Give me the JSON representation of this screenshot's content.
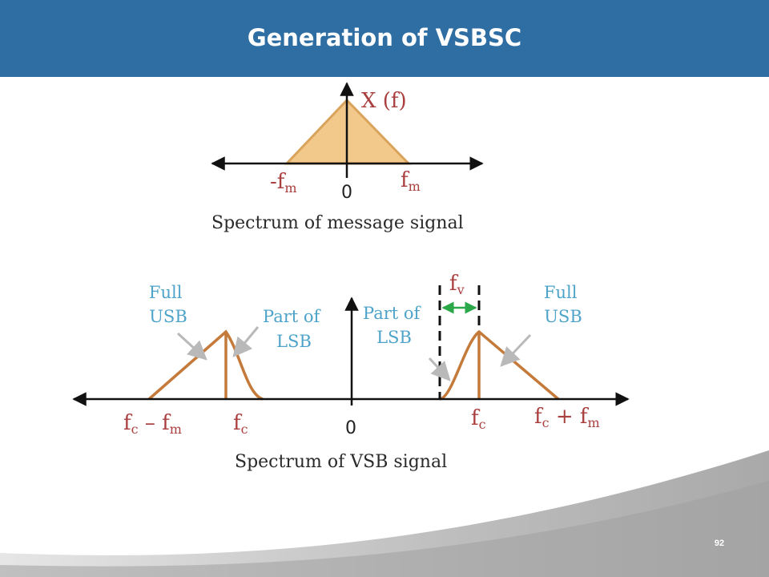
{
  "slide": {
    "title": "Generation of VSBSC",
    "page_number": "92"
  },
  "colors": {
    "header": "#2e6ea3",
    "spectrum_stroke": "#c47a3a",
    "spectrum_fill": "#f2c98a",
    "label_red": "#a93f3f",
    "label_blue": "#4da3c9",
    "arrow_green": "#2aa84a"
  },
  "message_spectrum": {
    "y_label": "X (f)",
    "neg_label": "-f",
    "neg_sub": "m",
    "origin": "0",
    "pos_label": "f",
    "pos_sub": "m",
    "caption": "Spectrum of message signal"
  },
  "vsb_spectrum": {
    "left_full_usb_1": "Full",
    "left_full_usb_2": "USB",
    "left_part_lsb_1": "Part of",
    "left_part_lsb_2": "LSB",
    "right_part_lsb_1": "Part of",
    "right_part_lsb_2": "LSB",
    "right_full_usb_1": "Full",
    "right_full_usb_2": "USB",
    "fv_label": "f",
    "fv_sub": "v",
    "tick_fc_minus_fm_1": "f",
    "tick_fc_minus_fm_sub1": "c",
    "tick_fc_minus_fm_op": " – f",
    "tick_fc_minus_fm_sub2": "m",
    "tick_left_fc": "f",
    "tick_left_fc_sub": "c",
    "origin": "0",
    "tick_right_fc": "f",
    "tick_right_fc_sub": "c",
    "tick_fc_plus_fm_1": "f",
    "tick_fc_plus_fm_sub1": "c",
    "tick_fc_plus_fm_op": " + f",
    "tick_fc_plus_fm_sub2": "m",
    "caption": "Spectrum of VSB signal"
  }
}
